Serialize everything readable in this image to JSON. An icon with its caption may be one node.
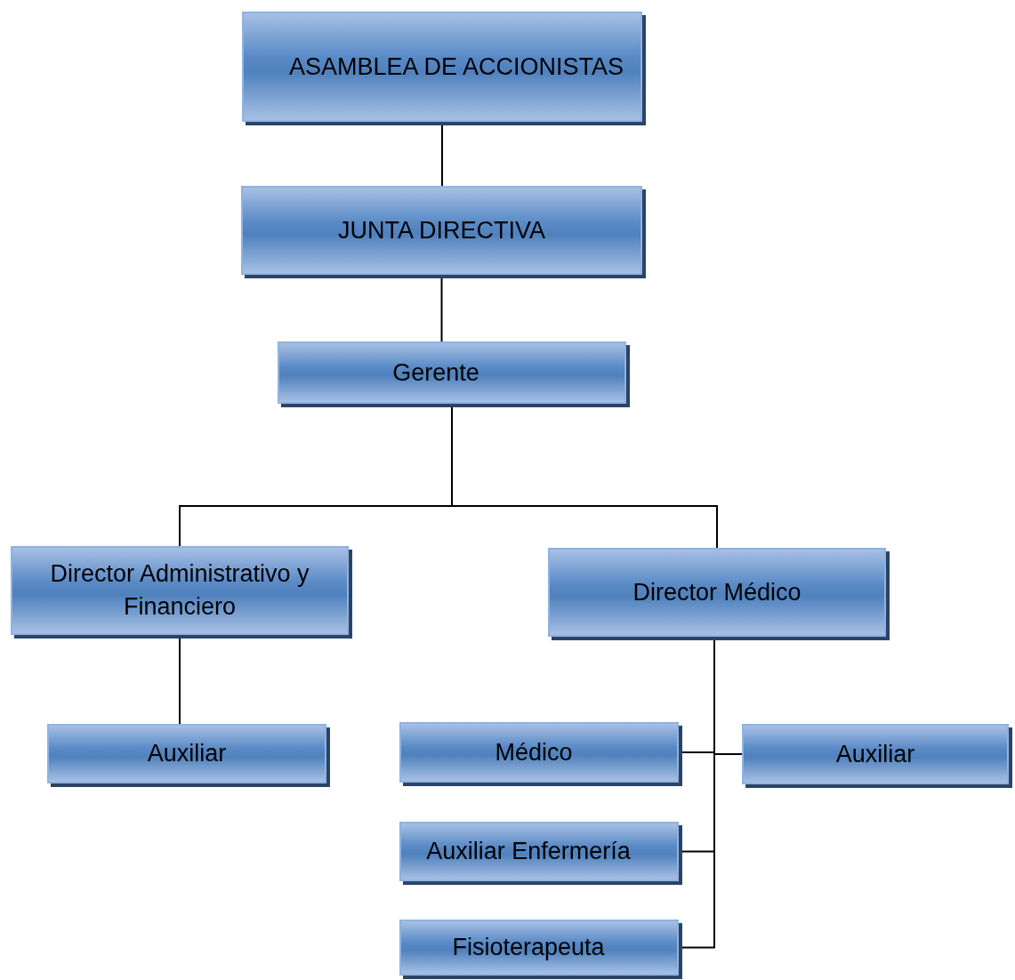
{
  "diagram": {
    "nodes": [
      {
        "text": [
          "ASAMBLEA DE ACCIONISTAS"
        ]
      },
      {
        "text": [
          "JUNTA DIRECTIVA"
        ]
      },
      {
        "text": [
          "Gerente"
        ]
      },
      {
        "text": [
          "Director Administrativo y Financiero"
        ]
      },
      {
        "text": [
          "Director Médico"
        ]
      },
      {
        "text": [
          "Auxiliar"
        ]
      },
      {
        "text": [
          "Médico"
        ]
      },
      {
        "text": [
          "Auxiliar"
        ]
      },
      {
        "text": [
          "Auxiliar Enfermería"
        ]
      },
      {
        "text": [
          "Fisioterapeuta"
        ]
      }
    ],
    "edges": [
      {
        "from": 0,
        "to": 1,
        "arrow": "none"
      },
      {
        "from": 1,
        "to": 2,
        "arrow": "none"
      },
      {
        "from": 2,
        "to": 3,
        "arrow": "none"
      },
      {
        "from": 2,
        "to": 4,
        "arrow": "none"
      },
      {
        "from": 3,
        "to": 5,
        "arrow": "none"
      },
      {
        "from": 4,
        "to": 6,
        "arrow": "none"
      },
      {
        "from": 4,
        "to": 7,
        "arrow": "none"
      },
      {
        "from": 4,
        "to": 8,
        "arrow": "none"
      },
      {
        "from": 4,
        "to": 9,
        "arrow": "none"
      }
    ]
  }
}
